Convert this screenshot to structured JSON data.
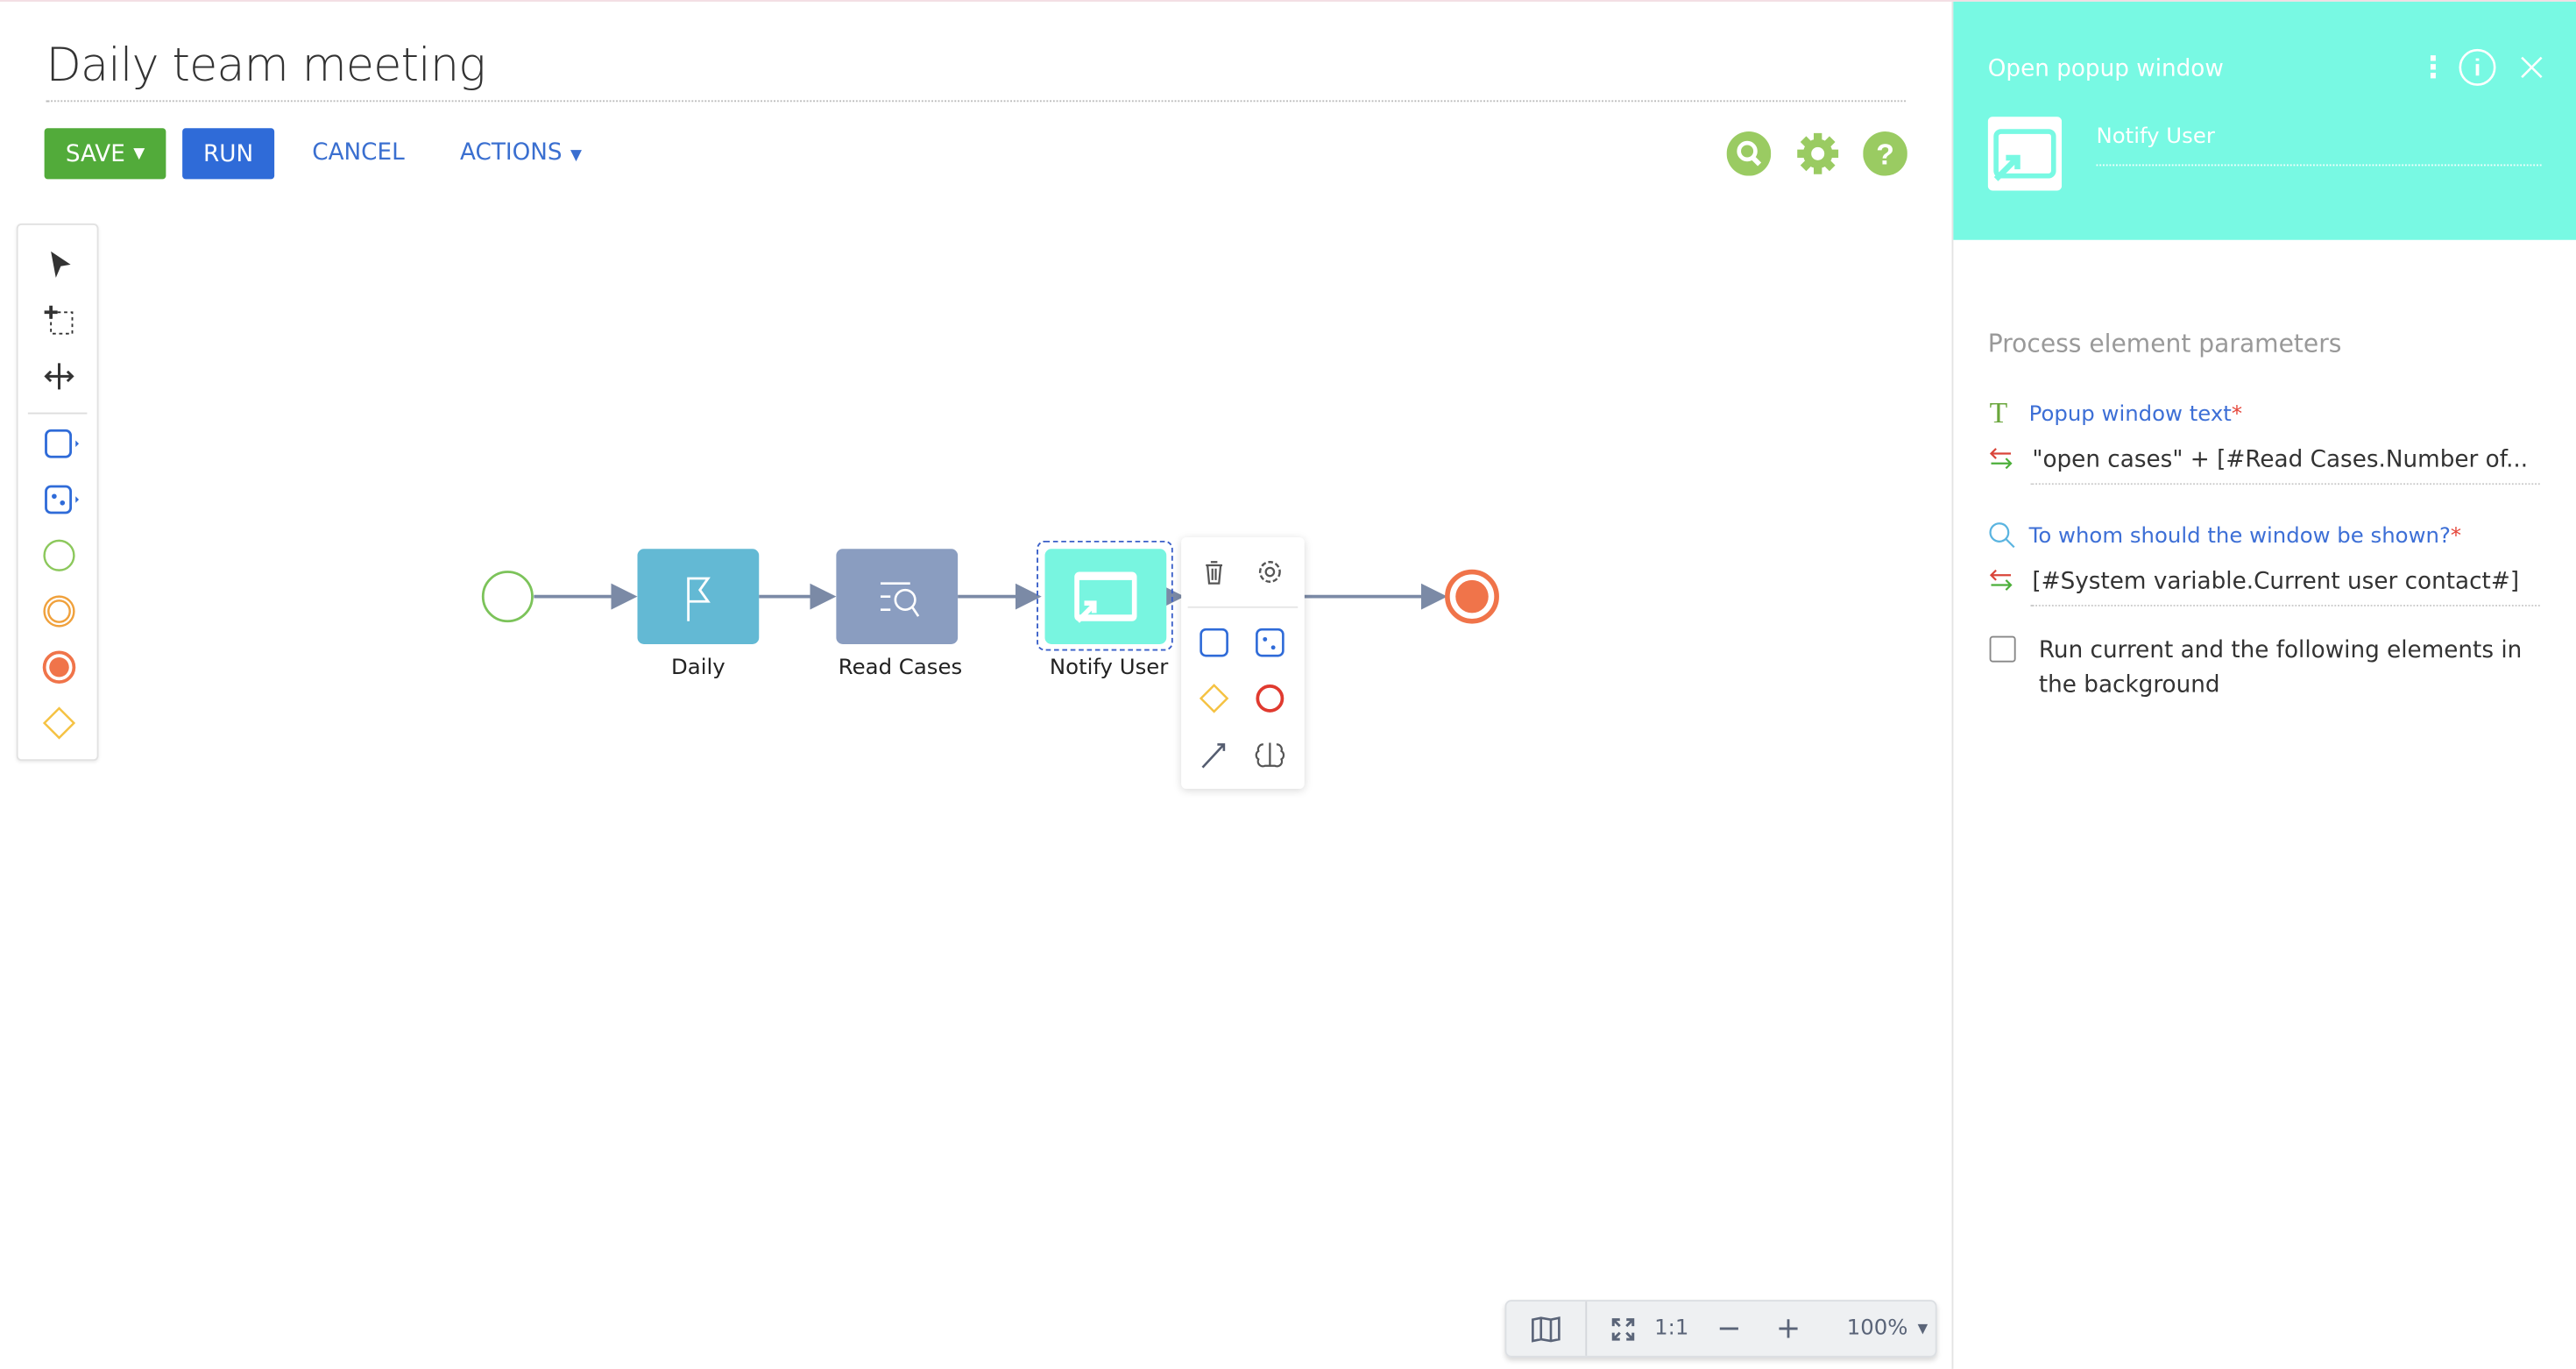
{
  "header": {
    "title": "Daily team meeting"
  },
  "toolbar": {
    "save_label": "SAVE",
    "run_label": "RUN",
    "cancel_label": "CANCEL",
    "actions_label": "ACTIONS"
  },
  "diagram": {
    "nodes": [
      {
        "label": "Daily",
        "color": "#63b9d4"
      },
      {
        "label": "Read Cases",
        "color": "#8a9dc0"
      },
      {
        "label": "Notify User",
        "color": "#78f5e0"
      }
    ]
  },
  "panel": {
    "title": "Open popup window",
    "element_name": "Notify User",
    "section_title": "Process element parameters",
    "params": [
      {
        "label": "Popup window text",
        "required": "*",
        "value": "\"open cases\" + [#Read Cases.Number of..."
      },
      {
        "label": "To whom should the window be shown?",
        "required": "*",
        "value": "[#System variable.Current user contact#]"
      }
    ],
    "checkbox_label": "Run current and the following elements in the background"
  },
  "zoom": {
    "ratio_label": "1:1",
    "level": "100%"
  },
  "colors": {
    "accent": "#78f9e3",
    "save": "#52ab3a",
    "run": "#2f6bd8",
    "link": "#3a6fd0"
  }
}
